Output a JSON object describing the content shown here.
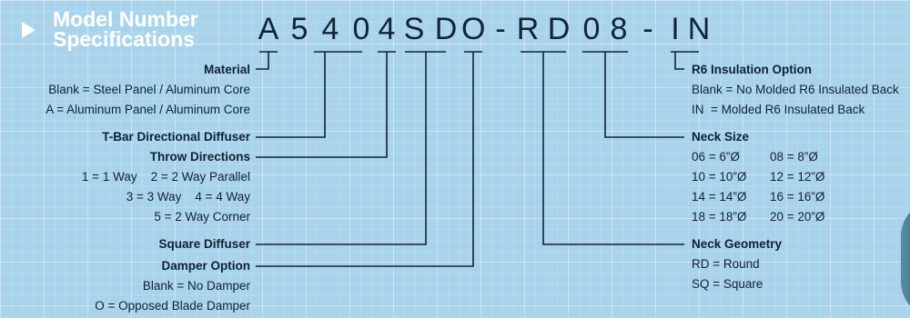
{
  "header": {
    "title_line1": "Model Number",
    "title_line2": "Specifications"
  },
  "model_number": [
    "A",
    "5",
    "4",
    "0",
    "4",
    "S",
    "D",
    "O",
    "-",
    "R",
    "D",
    "0",
    "8",
    "-",
    "I",
    "N"
  ],
  "left": {
    "material": {
      "label": "Material",
      "options": [
        "Blank = Steel Panel / Aluminum Core",
        "A = Aluminum Panel / Aluminum Core"
      ]
    },
    "tbar": {
      "label": "T-Bar Directional Diffuser"
    },
    "throw": {
      "label": "Throw Directions",
      "options": [
        "1 = 1 Way    2 = 2 Way Parallel",
        "3 = 3 Way    4 = 4 Way",
        "5 = 2 Way Corner"
      ]
    },
    "square": {
      "label": "Square Diffuser"
    },
    "damper": {
      "label": "Damper Option",
      "options": [
        "Blank = No Damper",
        "O = Opposed Blade Damper"
      ]
    }
  },
  "right": {
    "insulation": {
      "label": "R6 Insulation Option",
      "options": [
        "Blank = No Molded R6 Insulated Back",
        "IN  = Molded R6 Insulated Back"
      ]
    },
    "neck_size": {
      "label": "Neck Size",
      "grid": [
        [
          "06 = 6”Ø",
          "08 = 8”Ø"
        ],
        [
          "10 = 10”Ø",
          "12 = 12”Ø"
        ],
        [
          "14 = 14”Ø",
          "16 = 16”Ø"
        ],
        [
          "18 = 18”Ø",
          "20 = 20”Ø"
        ]
      ]
    },
    "neck_geometry": {
      "label": "Neck Geometry",
      "options": [
        "RD = Round",
        "SQ = Square"
      ]
    }
  },
  "colors": {
    "background": "#a9d3ea",
    "lines": "#0f2438",
    "title": "#ffffff"
  }
}
